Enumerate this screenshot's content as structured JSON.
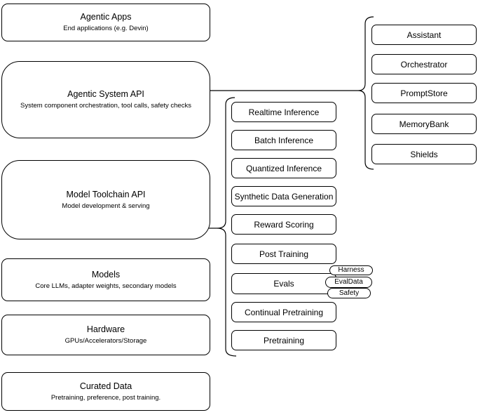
{
  "diagram": {
    "title": "Agentic system architecture diagram",
    "colors": {
      "stroke": "#000000",
      "fill": "#ffffff",
      "text": "#000000",
      "background": "#ffffff"
    },
    "left_column": [
      {
        "title": "Agentic Apps",
        "subtitle": "End applications (e.g. Devin)"
      },
      {
        "title": "Agentic System API",
        "subtitle": "System component orchestration, tool calls, safety checks"
      },
      {
        "title": "Model Toolchain API",
        "subtitle": "Model development & serving"
      },
      {
        "title": "Models",
        "subtitle": "Core LLMs, adapter weights, secondary models"
      },
      {
        "title": "Hardware",
        "subtitle": "GPUs/Accelerators/Storage"
      },
      {
        "title": "Curated Data",
        "subtitle": "Pretraining, preference, post training."
      }
    ],
    "toolchain_group": [
      "Realtime Inference",
      "Batch Inference",
      "Quantized Inference",
      "Synthetic Data Generation",
      "Reward Scoring",
      "Post Training",
      "Evals",
      "Continual Pretraining",
      "Pretraining"
    ],
    "evals_tags": [
      "Harness",
      "EvalData",
      "Safety"
    ],
    "system_group": [
      "Assistant",
      "Orchestrator",
      "PromptStore",
      "MemoryBank",
      "Shields"
    ]
  }
}
